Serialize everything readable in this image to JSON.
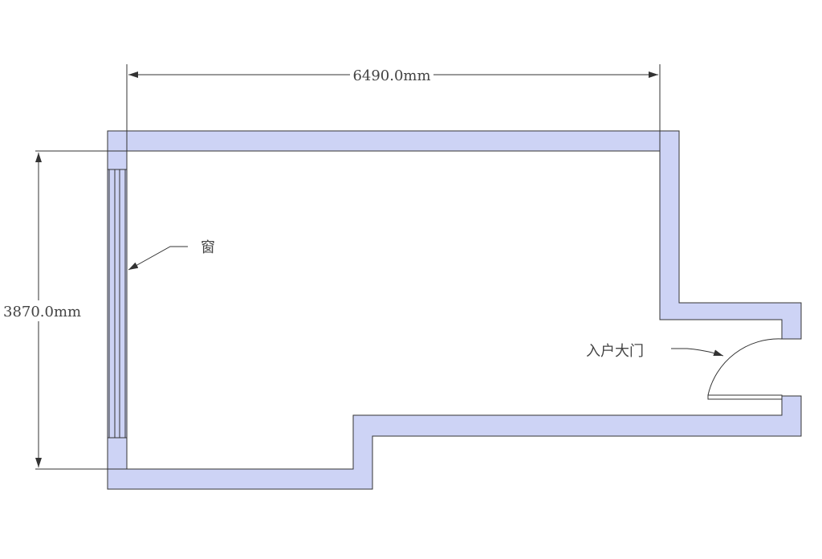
{
  "colors": {
    "wall_fill": "#cdd3f5",
    "line": "#333333"
  },
  "dimensions": {
    "width_label": "6490.0mm",
    "height_label": "3870.0mm"
  },
  "annotations": {
    "window": "窗",
    "entrance": "入户大门"
  }
}
